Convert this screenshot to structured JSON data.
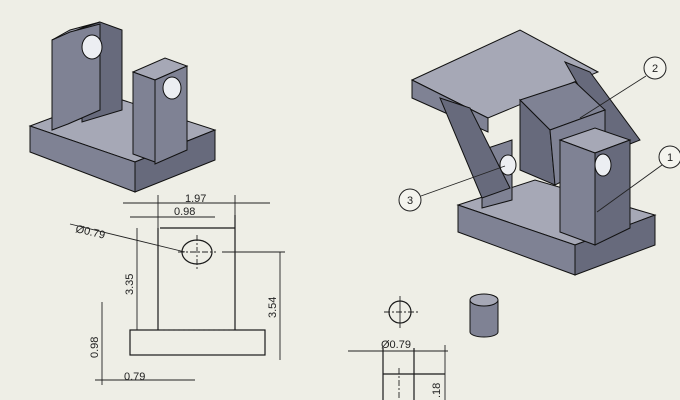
{
  "drawing": {
    "colors": {
      "background": "#eeeee6",
      "part_top": "#a6a8b6",
      "part_front": "#7f8294",
      "part_side": "#676a7c"
    },
    "bracket_views": {
      "dims": {
        "overall_width": "1.97",
        "inner_width": "0.98",
        "hole_diameter": "Ø0.79",
        "hole_height_left": "3.35",
        "hole_height_right": "3.54",
        "base_height": "0.98",
        "offset_width": "0.79"
      }
    },
    "pin_views": {
      "dims": {
        "pin_diameter": "Ø0.79",
        "pin_length": ".18"
      }
    },
    "balloons": [
      {
        "label": "1"
      },
      {
        "label": "2"
      },
      {
        "label": "3"
      }
    ]
  }
}
